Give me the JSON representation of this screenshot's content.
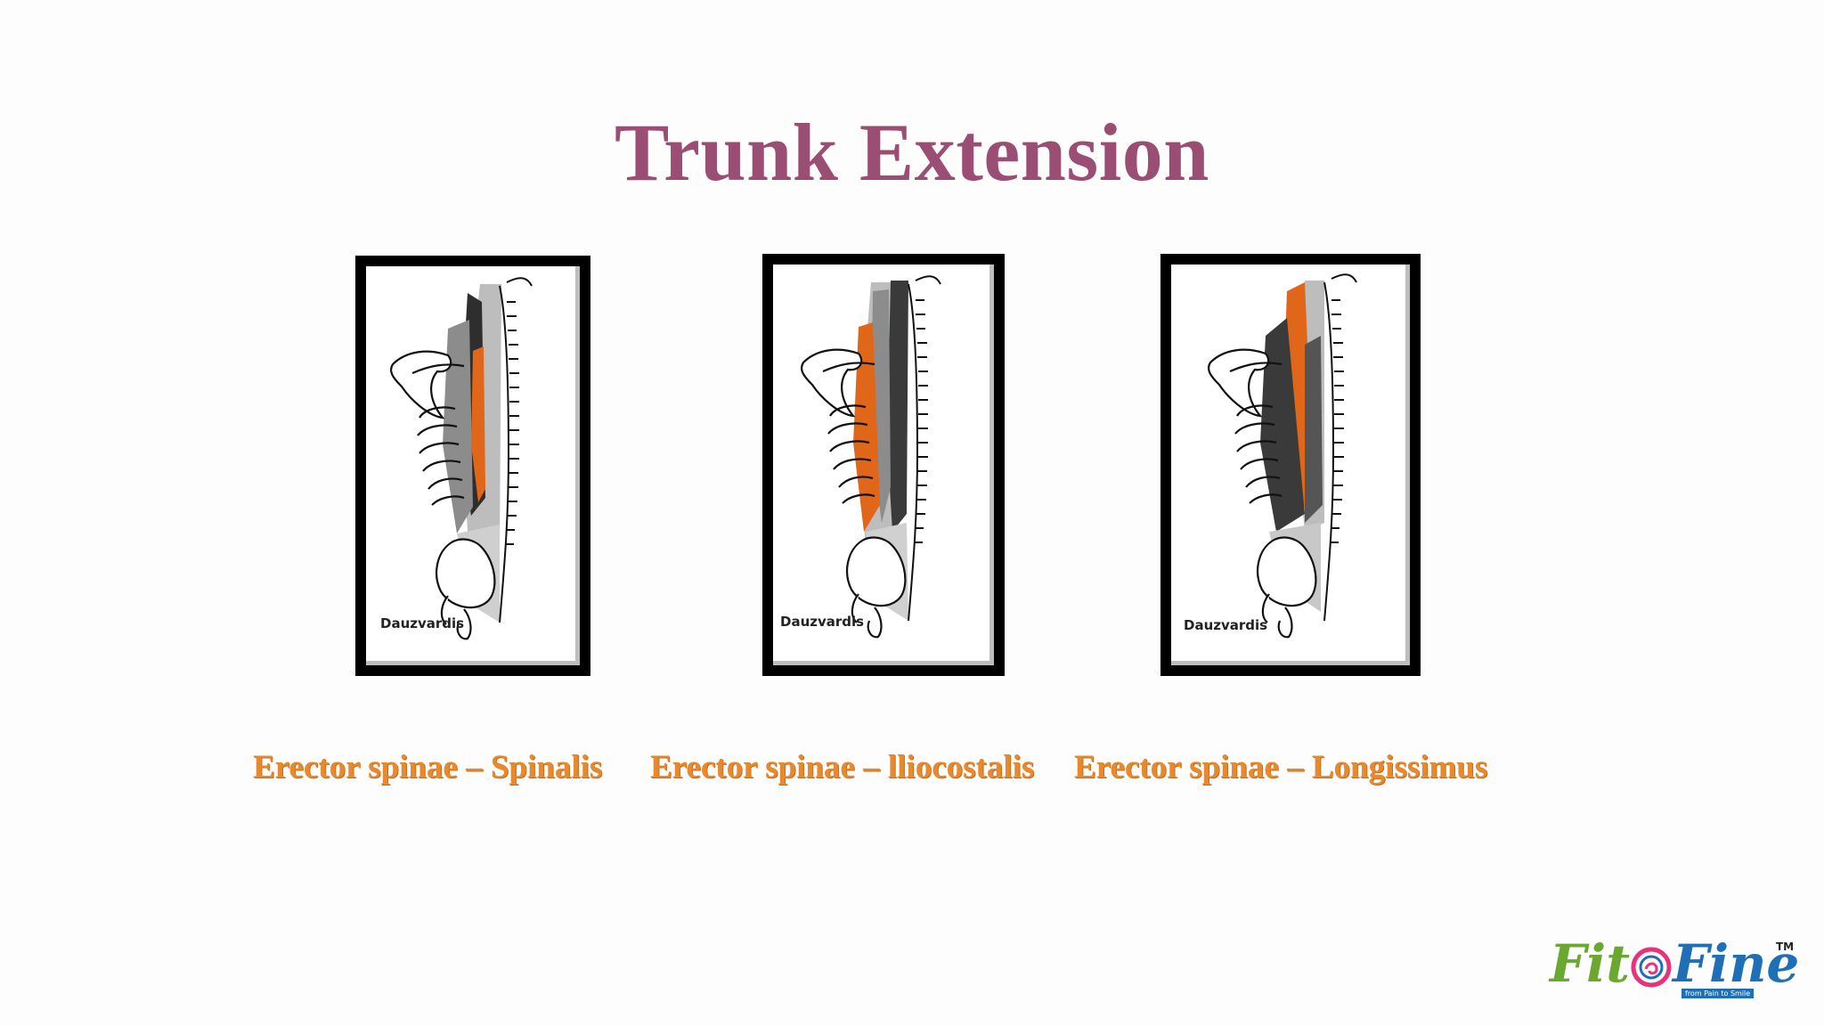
{
  "slide": {
    "title": "Trunk Extension"
  },
  "figures": [
    {
      "watermark": "Dauzvardis",
      "caption": "Erector spinae – Spinalis",
      "icon": "back-muscle-illustration"
    },
    {
      "watermark": "Dauzvardis",
      "caption": "Erector spinae – lliocostalis",
      "icon": "back-muscle-illustration"
    },
    {
      "watermark": "Dauzvardis",
      "caption": "Erector spinae – Longissimus",
      "icon": "back-muscle-illustration"
    }
  ],
  "logo": {
    "brand_left": "Fit",
    "brand_right": "Fine",
    "trademark": "TM",
    "tagline": "from Pain to Smile"
  },
  "colors": {
    "title": "#9a4e74",
    "caption": "#e78a2f",
    "highlight_muscle": "#e0661a",
    "dark_muscle": "#3a3a3a",
    "mid_muscle": "#8c8c8c",
    "light_muscle": "#c8c8c8",
    "logo_green": "#6aa82f",
    "logo_blue": "#1f6fb7"
  }
}
